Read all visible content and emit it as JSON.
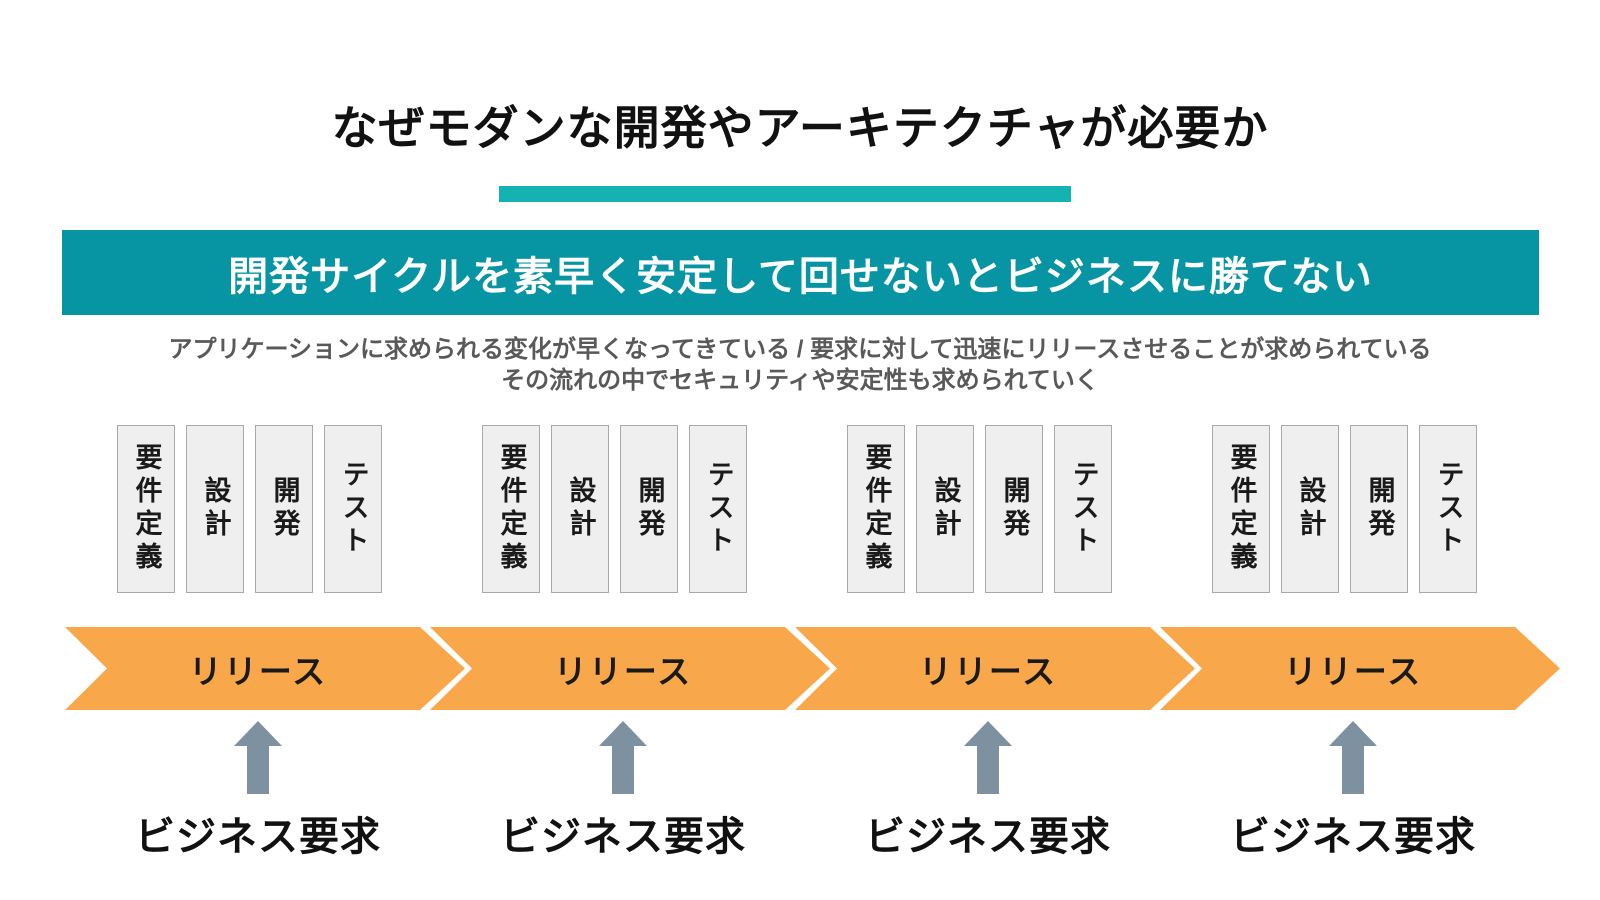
{
  "slide": {
    "title": "なぜモダンな開発やアーキテクチャが必要か",
    "banner_text": "開発サイクルを素早く安定して回せないとビジネスに勝てない",
    "subtitle_line1": "アプリケーションに求められる変化が早くなってきている / 要求に対して迅速にリリースさせることが求められている",
    "subtitle_line2": "その流れの中でセキュリティや安定性も求められていく"
  },
  "cycles": [
    {
      "phases": [
        "要件定義",
        "設計",
        "開発",
        "テスト"
      ],
      "release_label": "リリース",
      "business_label": "ビジネス要求"
    },
    {
      "phases": [
        "要件定義",
        "設計",
        "開発",
        "テスト"
      ],
      "release_label": "リリース",
      "business_label": "ビジネス要求"
    },
    {
      "phases": [
        "要件定義",
        "設計",
        "開発",
        "テスト"
      ],
      "release_label": "リリース",
      "business_label": "ビジネス要求"
    },
    {
      "phases": [
        "要件定義",
        "設計",
        "開発",
        "テスト"
      ],
      "release_label": "リリース",
      "business_label": "ビジネス要求"
    }
  ],
  "colors": {
    "title_underline": "#15B2B2",
    "banner_bg": "#0795A3",
    "banner_text": "#FFFFFF",
    "subtitle_text": "#595959",
    "phase_box_bg": "#EFEFEF",
    "phase_box_border": "#A9A9A9",
    "release_arrow": "#F8A84B",
    "up_arrow": "#7D91A1"
  }
}
